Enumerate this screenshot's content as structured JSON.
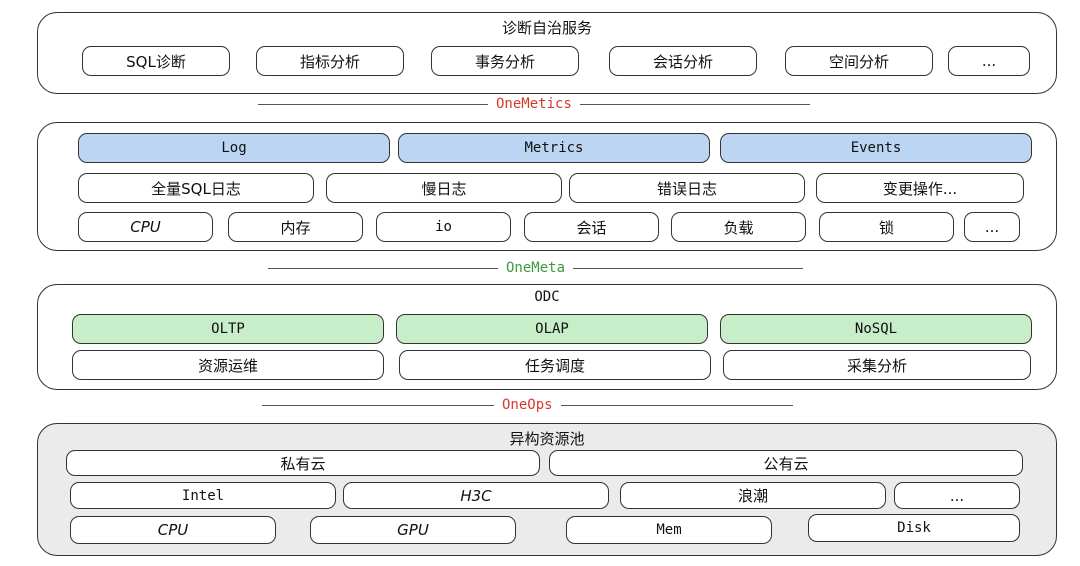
{
  "layer1": {
    "title": "诊断自治服务",
    "items": [
      "SQL诊断",
      "指标分析",
      "事务分析",
      "会话分析",
      "空间分析",
      "..."
    ]
  },
  "sep1": {
    "label": "OneMetics",
    "color": "#d63a2a"
  },
  "layer2": {
    "header": [
      "Log",
      "Metrics",
      "Events"
    ],
    "row2": [
      "全量SQL日志",
      "慢日志",
      "错误日志",
      "变更操作..."
    ],
    "row3": [
      "CPU",
      "内存",
      "io",
      "会话",
      "负载",
      "锁",
      "..."
    ]
  },
  "sep2": {
    "label": "OneMeta",
    "color": "#3a9a3a"
  },
  "layer3": {
    "title": "ODC",
    "header": [
      "OLTP",
      "OLAP",
      "NoSQL"
    ],
    "row2": [
      "资源运维",
      "任务调度",
      "采集分析"
    ]
  },
  "sep3": {
    "label": "OneOps",
    "color": "#d63a2a"
  },
  "layer4": {
    "title": "异构资源池",
    "row1": [
      "私有云",
      "公有云"
    ],
    "row2": [
      "Intel",
      "H3C",
      "浪潮",
      "..."
    ],
    "row3": [
      "CPU",
      "GPU",
      "Mem",
      "Disk"
    ]
  },
  "colors": {
    "blue_fill": "#bcd5f3",
    "green_fill": "#c8edc9",
    "pool_fill": "#ebebeb"
  }
}
